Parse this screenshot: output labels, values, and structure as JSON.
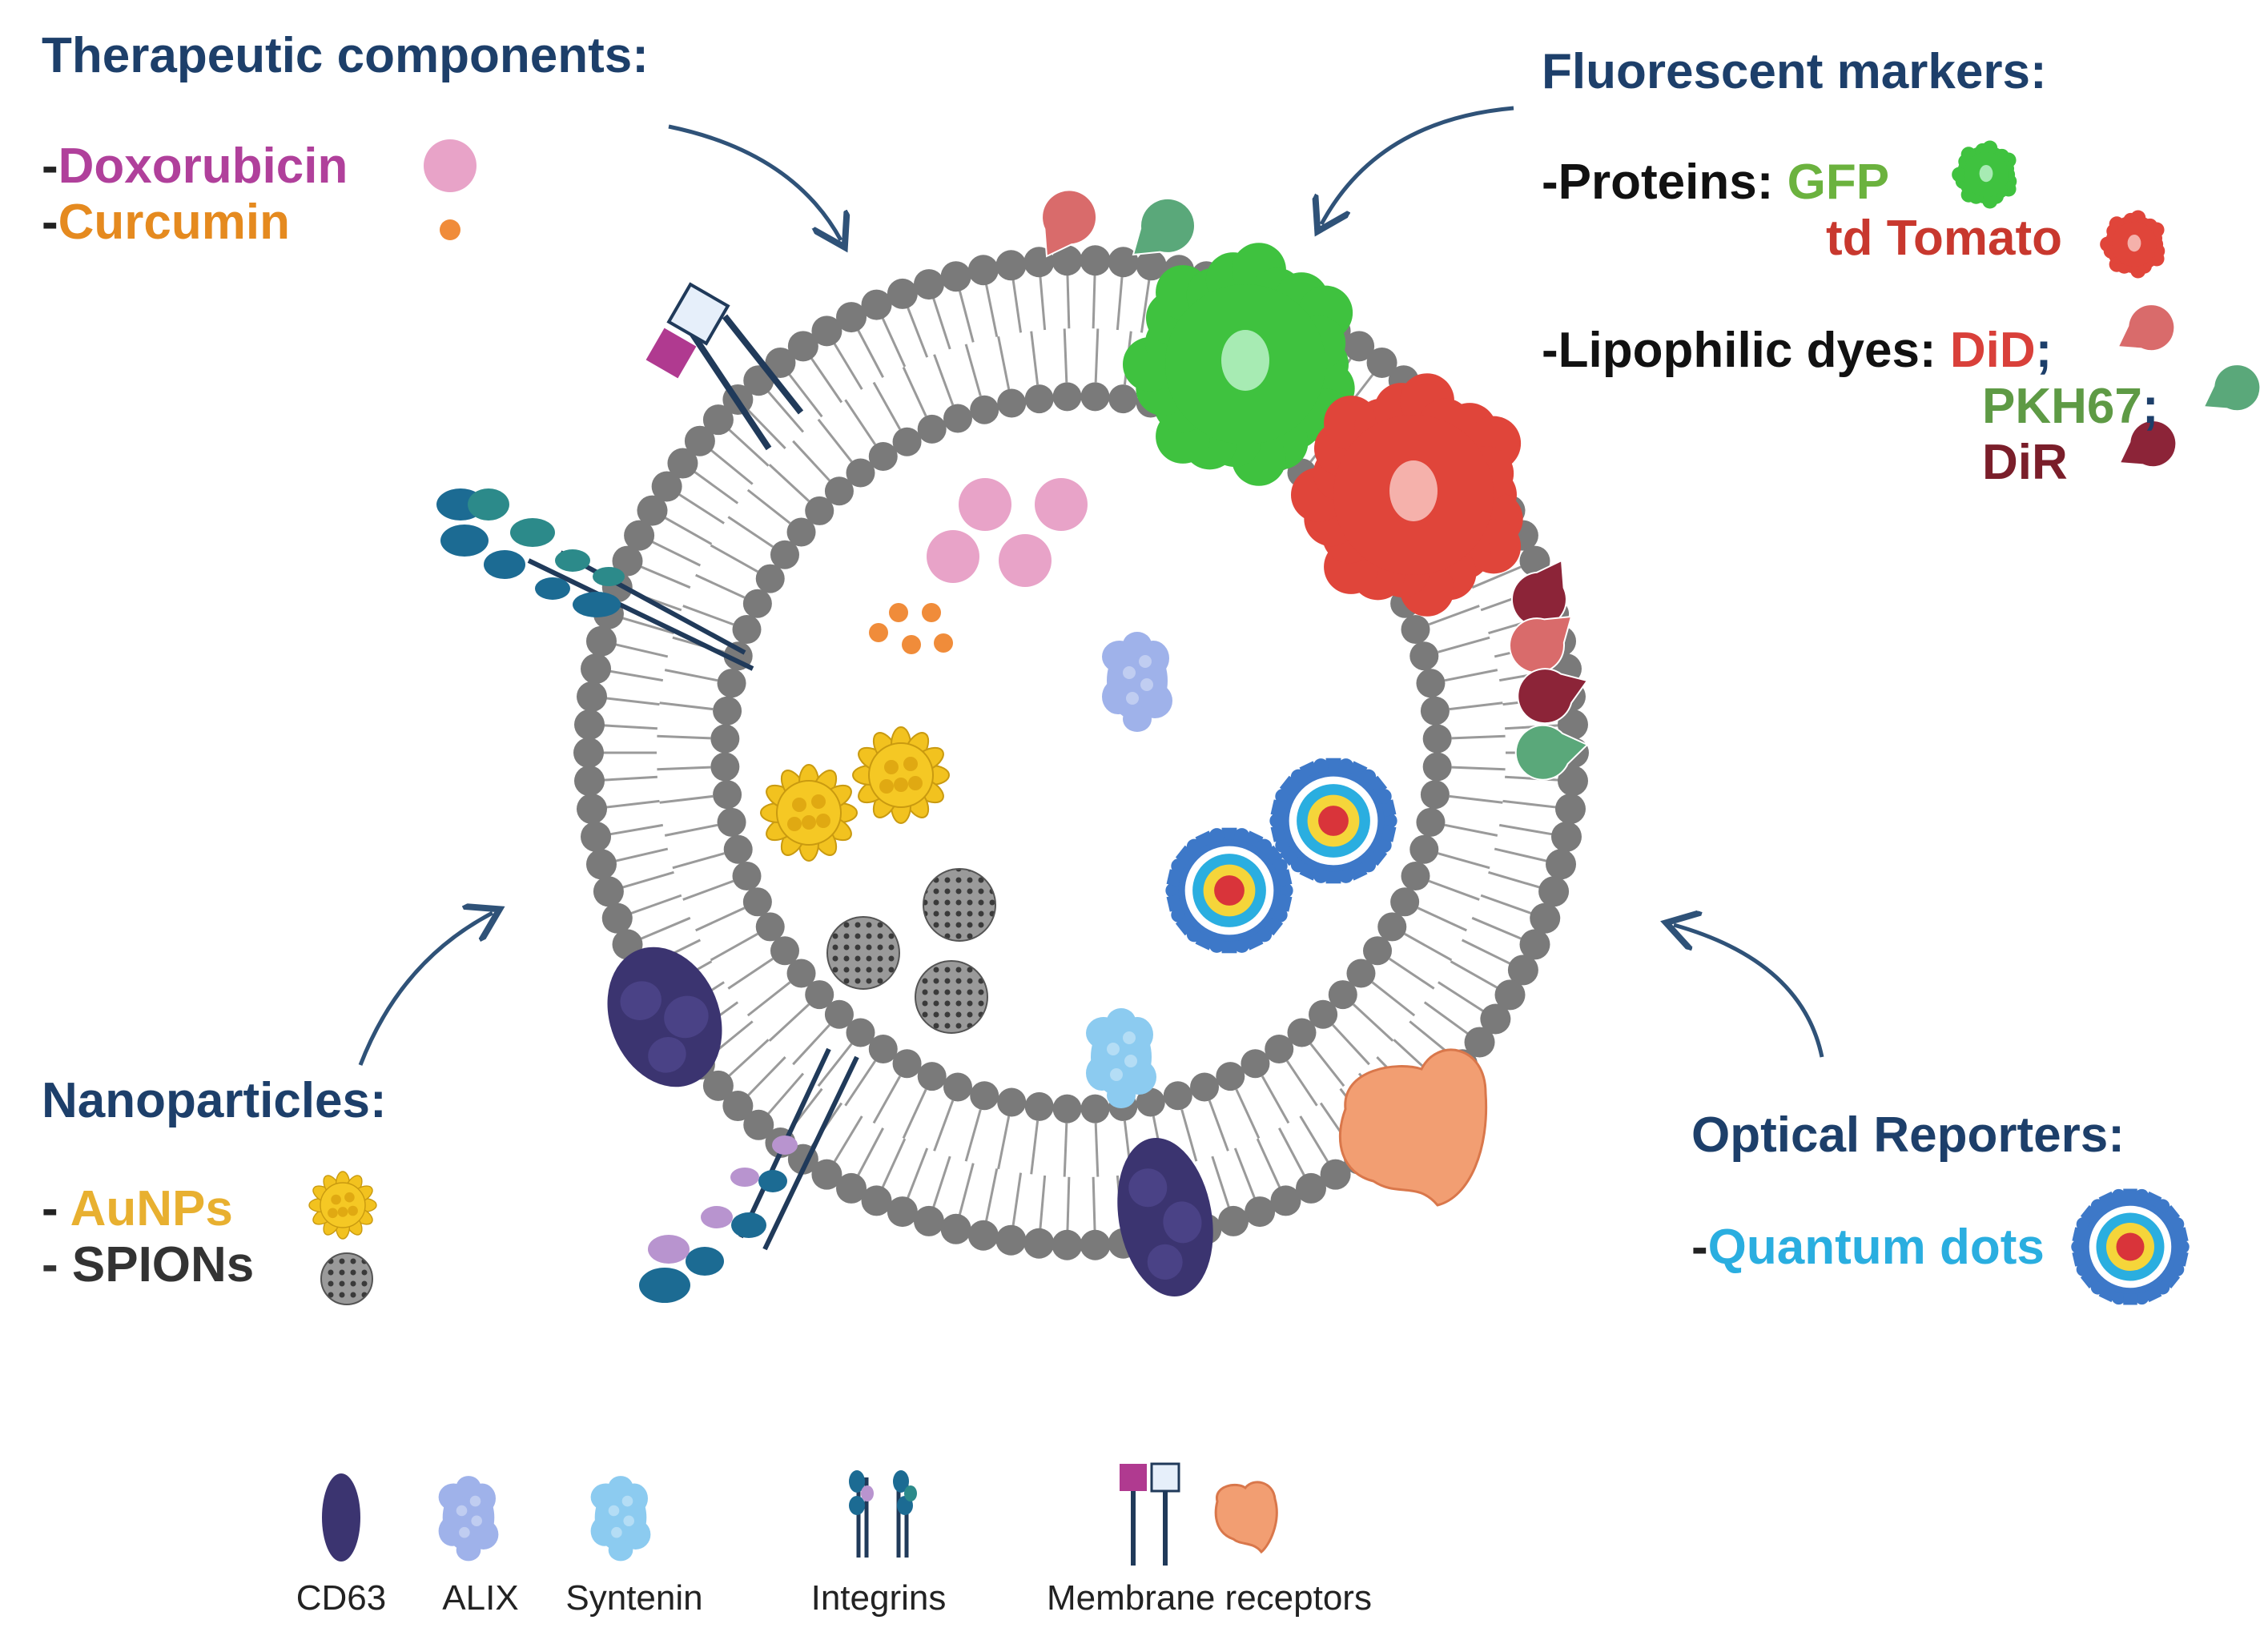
{
  "colors": {
    "heading": "#1d3f6a",
    "doxorubicin": "#b0409b",
    "curcumin": "#e58a1f",
    "gfp": "#6bb23e",
    "td_tomato": "#c8382e",
    "did": "#d9403a",
    "pkh67": "#5e9a45",
    "dir": "#7a1e2a",
    "aunps": "#e8b030",
    "spions": "#333333",
    "quantum_dots": "#2aaee0",
    "membrane_head": "#7a7a7a",
    "cd63": "#3b3470",
    "alix": "#9fb2ea",
    "syntenin": "#8ccbf0"
  },
  "therapeutic": {
    "heading": "Therapeutic components:",
    "doxorubicin": "Doxorubicin",
    "curcumin": "Curcumin"
  },
  "fluorescent": {
    "heading": "Fluorescent markers:",
    "proteins_label": "-Proteins:",
    "gfp": "GFP",
    "td_tomato": "td Tomato",
    "lipophilic_label": "-Lipophilic dyes:",
    "did": "DiD",
    "pkh67": "PKH67",
    "dir": "DiR"
  },
  "nanoparticles": {
    "heading": "Nanoparticles:",
    "aunps": "AuNPs",
    "spions": "SPIONs"
  },
  "optical": {
    "heading": "Optical Reporters:",
    "quantum_dots": "Quantum dots"
  },
  "legend": {
    "cd63": "CD63",
    "alix": "ALIX",
    "syntenin": "Syntenin",
    "integrins": "Integrins",
    "membrane_receptors": "Membrane receptors"
  }
}
